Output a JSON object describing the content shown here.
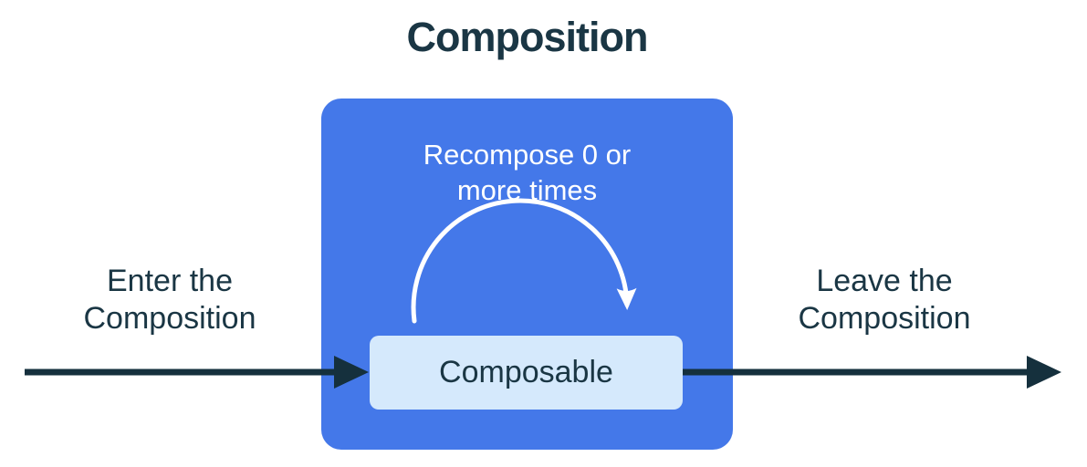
{
  "diagram": {
    "title": "Composition",
    "composition_box": {
      "recompose_label": {
        "line1": "Recompose 0 or",
        "line2": "more times"
      },
      "composable_label": "Composable"
    },
    "enter_label": {
      "line1": "Enter the",
      "line2": "Composition"
    },
    "leave_label": {
      "line1": "Leave the",
      "line2": "Composition"
    },
    "icons": {
      "enter_arrow": "right-arrow",
      "leave_arrow": "right-arrow",
      "recompose_arrow": "curved-arc-arrow"
    },
    "colors": {
      "background": "#ffffff",
      "composition_box_blue": "#4478e9",
      "composable_box_light_blue": "#d5e9fc",
      "text_dark_navy": "#1a3644",
      "arrow_dark_navy": "#15303d",
      "arc_arrow_white": "#ffffff"
    }
  }
}
